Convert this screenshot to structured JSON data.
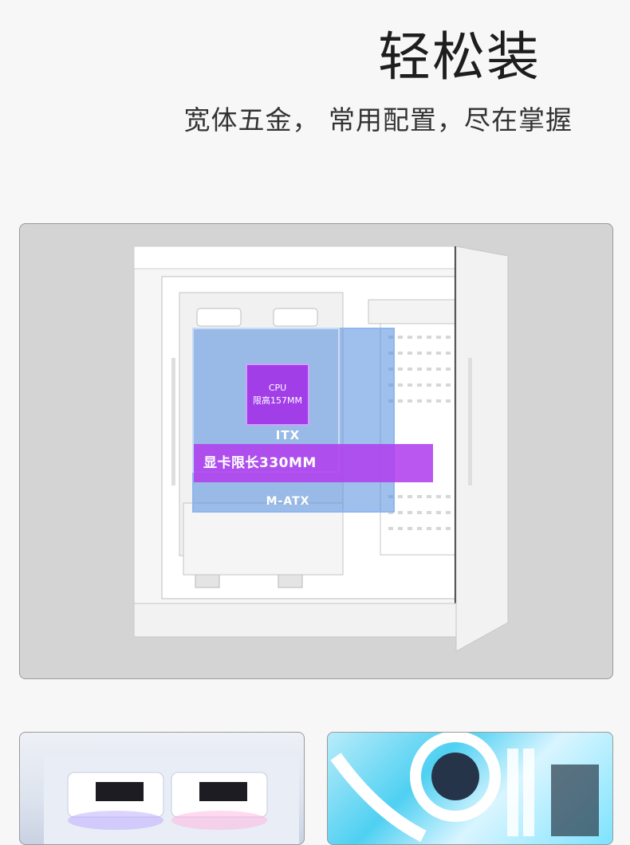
{
  "header": {
    "title": "轻松装",
    "subtitle": "宽体五金， 常用配置，尽在掌握"
  },
  "diagram": {
    "cpu_label_line1": "CPU",
    "cpu_label_line2": "限高157MM",
    "itx_label": "ITX",
    "gpu_label": "显卡限长330MM",
    "matx_label": "M-ATX"
  },
  "colors": {
    "page_background": "#f7f7f7",
    "panel_background": "#d4d4d4",
    "matx_overlay": "#508cdc",
    "cpu_overlay": "#a23ee8",
    "gpu_overlay": "#b140ee",
    "case_white": "#fbfbfb"
  },
  "photos": [
    {
      "name": "rgb-fans-top-photo"
    },
    {
      "name": "aio-cooler-rgb-photo"
    }
  ]
}
